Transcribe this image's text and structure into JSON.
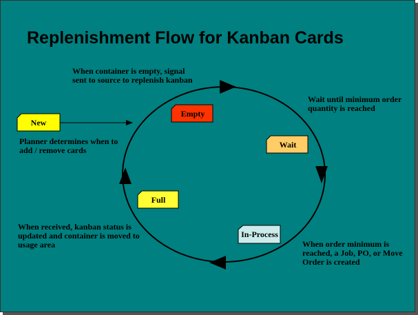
{
  "title": "Replenishment Flow for Kanban Cards",
  "notes": {
    "empty_signal": "When container is empty,  signal\nsent to source to replenish kanban",
    "wait_min": "Wait until minimum order\nquantity is reached",
    "planner": "Planner determines when to\nadd / remove cards",
    "received": "When received, kanban status is\nupdated and container is moved to\nusage area",
    "order_min": "When order minimum is\nreached, a Job, PO, or Move\nOrder is created"
  },
  "cards": [
    {
      "id": "new",
      "label": "New",
      "color": "#FFFF00"
    },
    {
      "id": "empty",
      "label": "Empty",
      "color": "#FF3300",
      "text_color": "#FFFFFF"
    },
    {
      "id": "wait",
      "label": "Wait",
      "color": "#FFCC66"
    },
    {
      "id": "full",
      "label": "Full",
      "color": "#FFFF33"
    },
    {
      "id": "in-process",
      "label": "In-Process",
      "color": "#CCECEC"
    }
  ],
  "colors": {
    "background": "#008080",
    "lines": "#000000"
  }
}
